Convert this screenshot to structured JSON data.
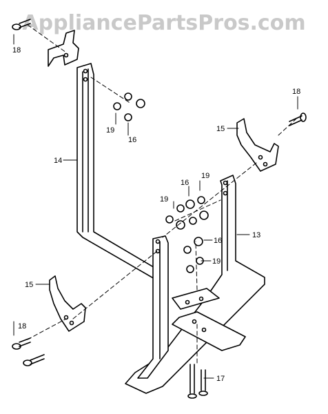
{
  "watermark": "AppliancePartsPros.com",
  "labels": {
    "part_13": "13",
    "part_14": "14",
    "part_15_top": "15",
    "part_15_bottom": "15",
    "part_16_a": "16",
    "part_16_b": "16",
    "part_16_c": "16",
    "part_17": "17",
    "part_18_a": "18",
    "part_18_b": "18",
    "part_18_c": "18",
    "part_19_a": "19",
    "part_19_b": "19",
    "part_19_c": "19",
    "part_19_d": "19"
  },
  "colors": {
    "line": "#000000",
    "watermark": "#c9c9c9"
  }
}
